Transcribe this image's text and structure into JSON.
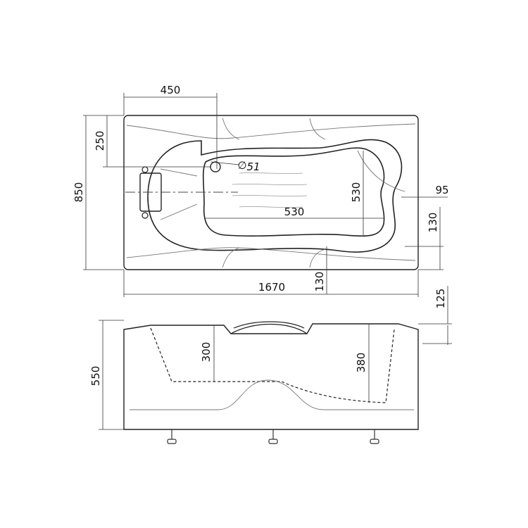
{
  "plan_view": {
    "dim_length": "1670",
    "dim_width": "850",
    "dim_headrest_offset": "450",
    "dim_drain_from_top": "250",
    "dim_drain_diameter": "51",
    "dim_drain_symbol": "∅",
    "dim_inner_width": "530",
    "dim_inner_length": "530",
    "dim_end_offset": "95",
    "dim_rim_right": "130",
    "dim_rim_bottom": "130"
  },
  "side_view": {
    "dim_height": "550",
    "dim_depth_head": "300",
    "dim_depth_foot": "380",
    "dim_rim_height": "125"
  }
}
